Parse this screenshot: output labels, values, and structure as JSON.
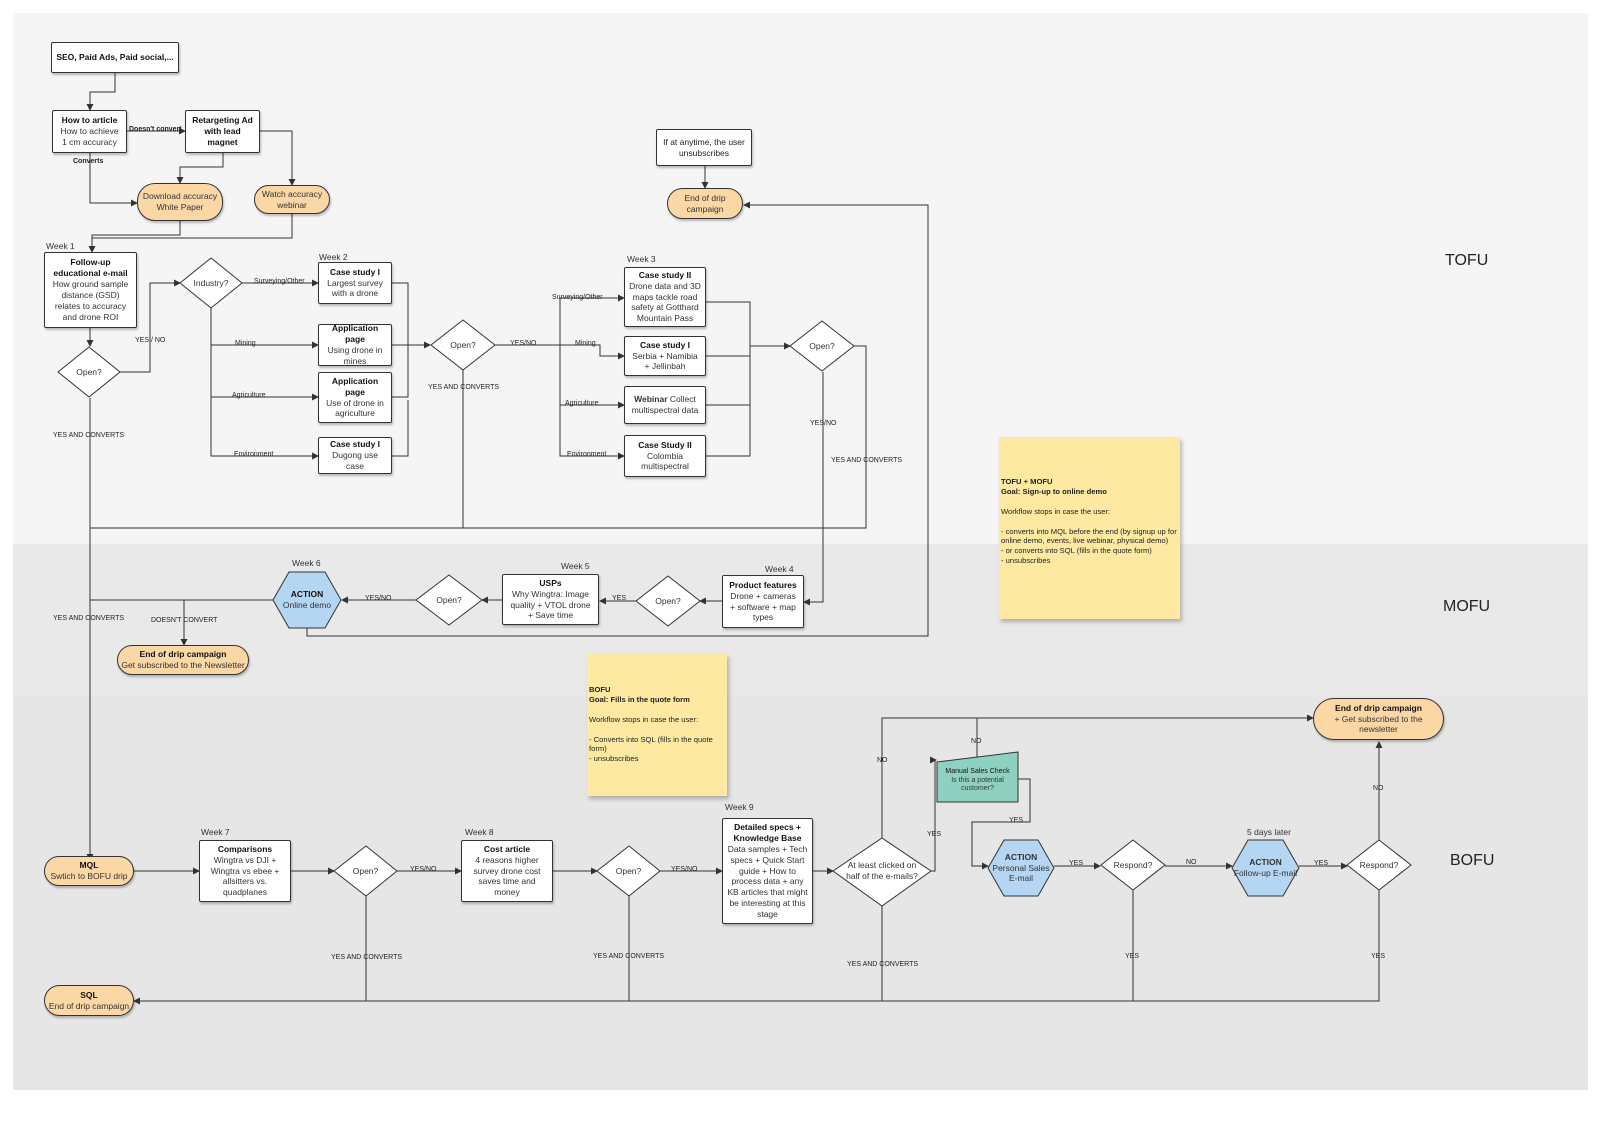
{
  "zones": {
    "tofu": "TOFU",
    "mofu": "MOFU",
    "bofu": "BOFU"
  },
  "weeks": {
    "w1": "Week 1",
    "w2": "Week 2",
    "w3": "Week 3",
    "w4": "Week 4",
    "w5": "Week 5",
    "w6": "Week 6",
    "w7": "Week 7",
    "w8": "Week 8",
    "w9": "Week 9",
    "later": "5 days later"
  },
  "nodes": {
    "seo": {
      "title": "SEO, Paid Ads, Paid social,..."
    },
    "howto": {
      "title": "How to article",
      "text": "How to achieve 1 cm accuracy"
    },
    "retarget": {
      "title": "Retargeting Ad with lead magnet"
    },
    "whitepaper": {
      "text": "Download accuracy White Paper"
    },
    "webinar_watch": {
      "text": "Watch accuracy webinar"
    },
    "unsub_box": {
      "title": "If at anytime, the user unsubscribes"
    },
    "end_drip_top": {
      "text": "End of drip campaign"
    },
    "followup": {
      "title": "Follow-up educational e-mail",
      "text": "How ground sample distance (GSD) relates to accuracy and drone ROI"
    },
    "cs1_survey": {
      "title": "Case study I",
      "text": "Largest survey with a drone"
    },
    "app_mines": {
      "title": "Application page",
      "text": "Using drone in mines"
    },
    "app_agri": {
      "title": "Application page",
      "text": "Use of drone in agriculture"
    },
    "cs1_dugong": {
      "title": "Case study I",
      "text": "Dugong use case"
    },
    "cs2_gotthard": {
      "title": "Case study II",
      "text": "Drone data and 3D maps tackle road safety at Gotthard Mountain Pass"
    },
    "cs1_serbia": {
      "title": "Case study I",
      "text": "Serbia + Namibia + Jellinbah"
    },
    "webinar_multi": {
      "title": "Webinar",
      "text": "Collect multispectral data"
    },
    "cs2_colombia": {
      "title": "Case Study II",
      "text": "Colombia multispectral"
    },
    "product": {
      "title": "Product features",
      "text": "Drone + cameras + software + map types"
    },
    "usps": {
      "title": "USPs",
      "text": "Why Wingtra: Image quality + VTOL drone + Save time"
    },
    "action_demo": {
      "title": "ACTION",
      "text": "Online demo"
    },
    "end_drip_news": {
      "title": "End of drip campaign",
      "text": "Get subscribed to the Newsletter"
    },
    "mql": {
      "title": "MQL",
      "text": "Swtich to BOFU drip"
    },
    "comparisons": {
      "title": "Comparisons",
      "text": "Wingtra vs DJI + Wingtra vs ebee + allsitters vs. quadplanes"
    },
    "cost": {
      "title": "Cost article",
      "text": "4 reasons higher survey drone cost saves time and money"
    },
    "specs": {
      "title": "Detailed specs + Knowledge Base",
      "text": "Data samples + Tech specs + Quick Start guide + How to process data + any KB articles that might be interesting at this stage"
    },
    "manual": {
      "title": "Manual Sales Check",
      "text": "Is this a potential customer?"
    },
    "action_sales": {
      "title": "ACTION",
      "text": "Personal Sales E-mail"
    },
    "action_followup": {
      "title": "ACTION",
      "text": "Follow-up E-mail"
    },
    "end_drip_bofu": {
      "title": "End of drip campaign",
      "text": "+ Get subscribed to the newsletter"
    },
    "sql": {
      "title": "SQL",
      "text": "End of drip campaign"
    }
  },
  "decisions": {
    "open1": "Open?",
    "industry": "Industry?",
    "open2": "Open?",
    "open3": "Open?",
    "open4": "Open?",
    "open5": "Open?",
    "open6": "Open?",
    "open7": "Open?",
    "atleast": "At least clicked on half of the e-mails?",
    "respond1": "Respond?",
    "respond2": "Respond?"
  },
  "labels": {
    "doesnt_convert": "Doesn't convert",
    "converts": "Converts",
    "surveying": "Surveying/Other",
    "mining": "Mining",
    "agriculture": "Agriculture",
    "environment": "Environment",
    "surveying2": "Surveying/Other",
    "mining2": "Mining",
    "agriculture2": "Agriculture",
    "environment2": "Environment",
    "yes_no1": "YES / NO",
    "yes_no2": "YES/NO",
    "yes_no3": "YES/NO",
    "yes_no4": "YES/NO",
    "yes_no5": "YES/NO",
    "yes_no6": "YES/NO",
    "yac1": "YES AND CONVERTS",
    "yac2": "YES AND CONVERTS",
    "yac3": "YES AND CONVERTS",
    "yac4": "YES AND CONVERTS",
    "yac5": "YES AND CONVERTS",
    "yac6": "YES AND CONVERTS",
    "yac7": "YES AND CONVERTS",
    "yes_usps": "YES",
    "doesnt_convert2": "DOESN'T CONVERT",
    "no1": "NO",
    "no2": "NO",
    "no3": "NO",
    "no4": "NO",
    "yes1": "YES",
    "yes2": "YES",
    "yes3": "YES",
    "yes4": "YES",
    "yes5": "YES"
  },
  "notes": {
    "tofu_mofu": {
      "heading": "TOFU +  MOFU",
      "goal": "Goal: Sign-up to online demo",
      "intro": "Workflow stops in case the user:",
      "i1": "- converts into MQL before the end (by signup up for online demo, events, live webinar, physical demo)",
      "i2": "- or converts into SQL (fills in the quote form)",
      "i3": "- unsubscribes"
    },
    "bofu": {
      "heading": "BOFU",
      "goal": "Goal: Fills in the quote form",
      "intro": "Workflow stops in case the user:",
      "i1": "- Converts into SQL (fills in the quote form)",
      "i2": "- unsubscribes"
    }
  },
  "colors": {
    "band_tofu": "#f5f5f5",
    "band_mofu": "#e9e9e9",
    "band_bofu": "#e6e6e6",
    "orange": "#fad7a4",
    "blue": "#b5d6f2",
    "teal": "#8fd1c0",
    "note": "#fde9a2"
  }
}
